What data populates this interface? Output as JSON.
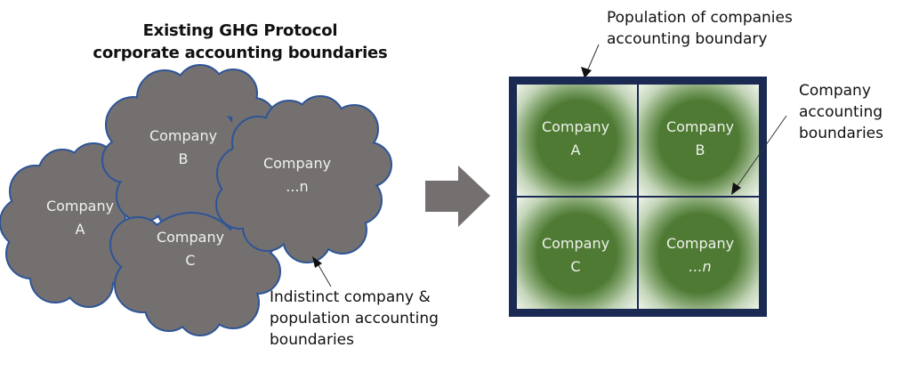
{
  "left_panel": {
    "title_lines": [
      "Existing GHG Protocol",
      "corporate accounting boundaries"
    ],
    "clouds": [
      {
        "id": "a",
        "lines": [
          "Company",
          "A"
        ]
      },
      {
        "id": "b",
        "lines": [
          "Company",
          "B"
        ]
      },
      {
        "id": "c",
        "lines": [
          "Company",
          "C"
        ]
      },
      {
        "id": "n",
        "lines": [
          "Company",
          "...n"
        ]
      }
    ],
    "callout_lines": [
      "Indistinct company &",
      "population accounting",
      "boundaries"
    ]
  },
  "transition_arrow": {
    "icon": "right-arrow-icon",
    "color": "#757070"
  },
  "right_panel": {
    "population_callout_lines": [
      "Population of companies",
      "accounting boundary"
    ],
    "company_callout_lines": [
      "Company",
      "accounting",
      "boundaries"
    ],
    "cells": [
      {
        "id": "a",
        "line1": "Company",
        "line2": "A"
      },
      {
        "id": "b",
        "line1": "Company",
        "line2": "B"
      },
      {
        "id": "c",
        "line1": "Company",
        "line2": "C"
      },
      {
        "id": "n",
        "line1": "Company",
        "line2": "...n"
      }
    ]
  },
  "colors": {
    "cloud_fill": "#757070",
    "cloud_outline": "#2e5597",
    "border_navy": "#1b2a52",
    "cell_green": "#4e7a34"
  }
}
